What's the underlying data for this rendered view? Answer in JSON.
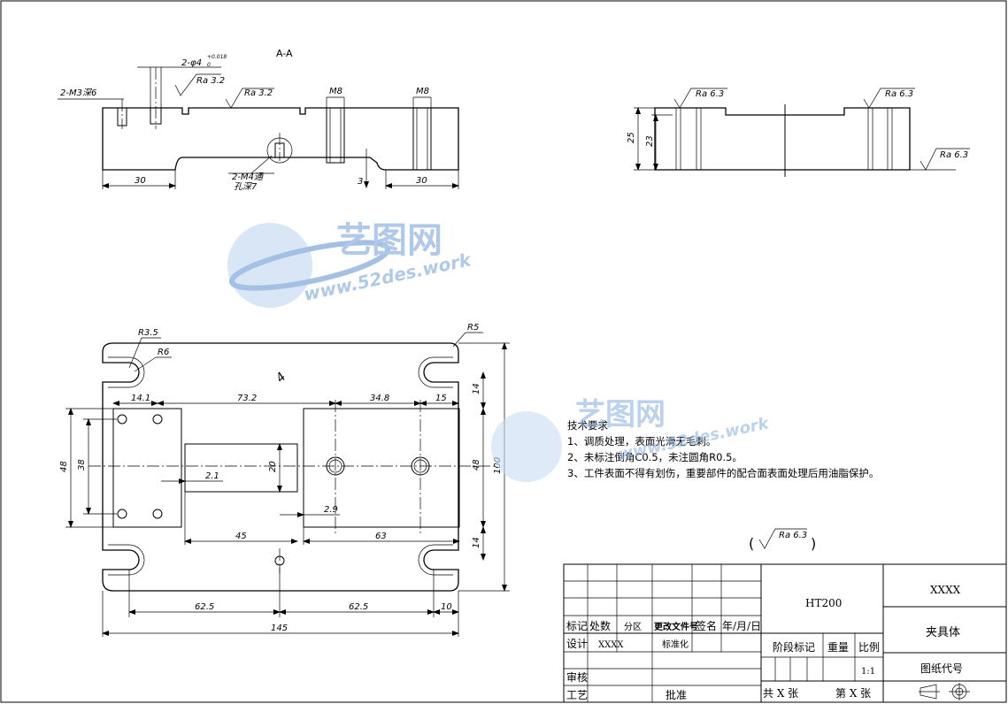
{
  "section_label": "A-A",
  "section_view": {
    "callouts": {
      "m3": "2-M3深6",
      "phi4": "2-φ4",
      "phi4_tol": "+0.018",
      "phi4_tol_low": "0",
      "m8_left": "M8",
      "m8_right": "M8",
      "m4": "2-M4通",
      "m4_sub": "孔深7"
    },
    "roughness": [
      "Ra 3.2",
      "Ra 3.2"
    ],
    "dims": {
      "left": "30",
      "right": "30",
      "depth": "3"
    }
  },
  "side_view": {
    "roughness": [
      "Ra 6.3",
      "Ra 6.3",
      "Ra 6.3"
    ],
    "dims": {
      "h25": "25",
      "h23": "23"
    }
  },
  "plan_view": {
    "radii": {
      "r35": "R3.5",
      "r6": "R6",
      "r5": "R5"
    },
    "dims": {
      "d14_1": "14.1",
      "d73_2": "73.2",
      "d34_8": "34.8",
      "d15": "15",
      "d14_top": "14",
      "d14_bot": "14",
      "d48_left": "48",
      "d38": "38",
      "d20": "20",
      "d2_1": "2.1",
      "d2_9": "2.9",
      "d48_right": "48",
      "d100": "100",
      "d45": "45",
      "d63": "63",
      "d62_5a": "62.5",
      "d62_5b": "62.5",
      "d10": "10",
      "d145": "145"
    },
    "mark": "4"
  },
  "tech_notes": {
    "title": "技术要求",
    "lines": [
      "1、调质处理，表面光滑无毛刺。",
      "2、未标注倒角C0.5，未注圆角R0.5。",
      "3、工件表面不得有划伤，重要部件的配合面表面处理后用油脂保护。"
    ]
  },
  "general_roughness": "Ra 6.3",
  "watermark": {
    "brand": "艺图网",
    "url": "www.52des.work"
  },
  "title_block": {
    "material": "HT200",
    "company": "XXXX",
    "part_name": "夹具体",
    "drawing_code_label": "图纸代号",
    "scale_value": "1:1",
    "header_labels": [
      "标记",
      "处数",
      "分区",
      "更改文件号",
      "签名",
      "年/月/日"
    ],
    "designer_label": "设计",
    "designer_value": "XXXX",
    "standardize_label": "标准化",
    "stage_label": "阶段标记",
    "weight_label": "重量",
    "scale_label": "比例",
    "review_label": "审核",
    "process_label": "工艺",
    "approve_label": "批准",
    "sheets_total": "共 X 张",
    "sheet_no": "第 X 张"
  }
}
